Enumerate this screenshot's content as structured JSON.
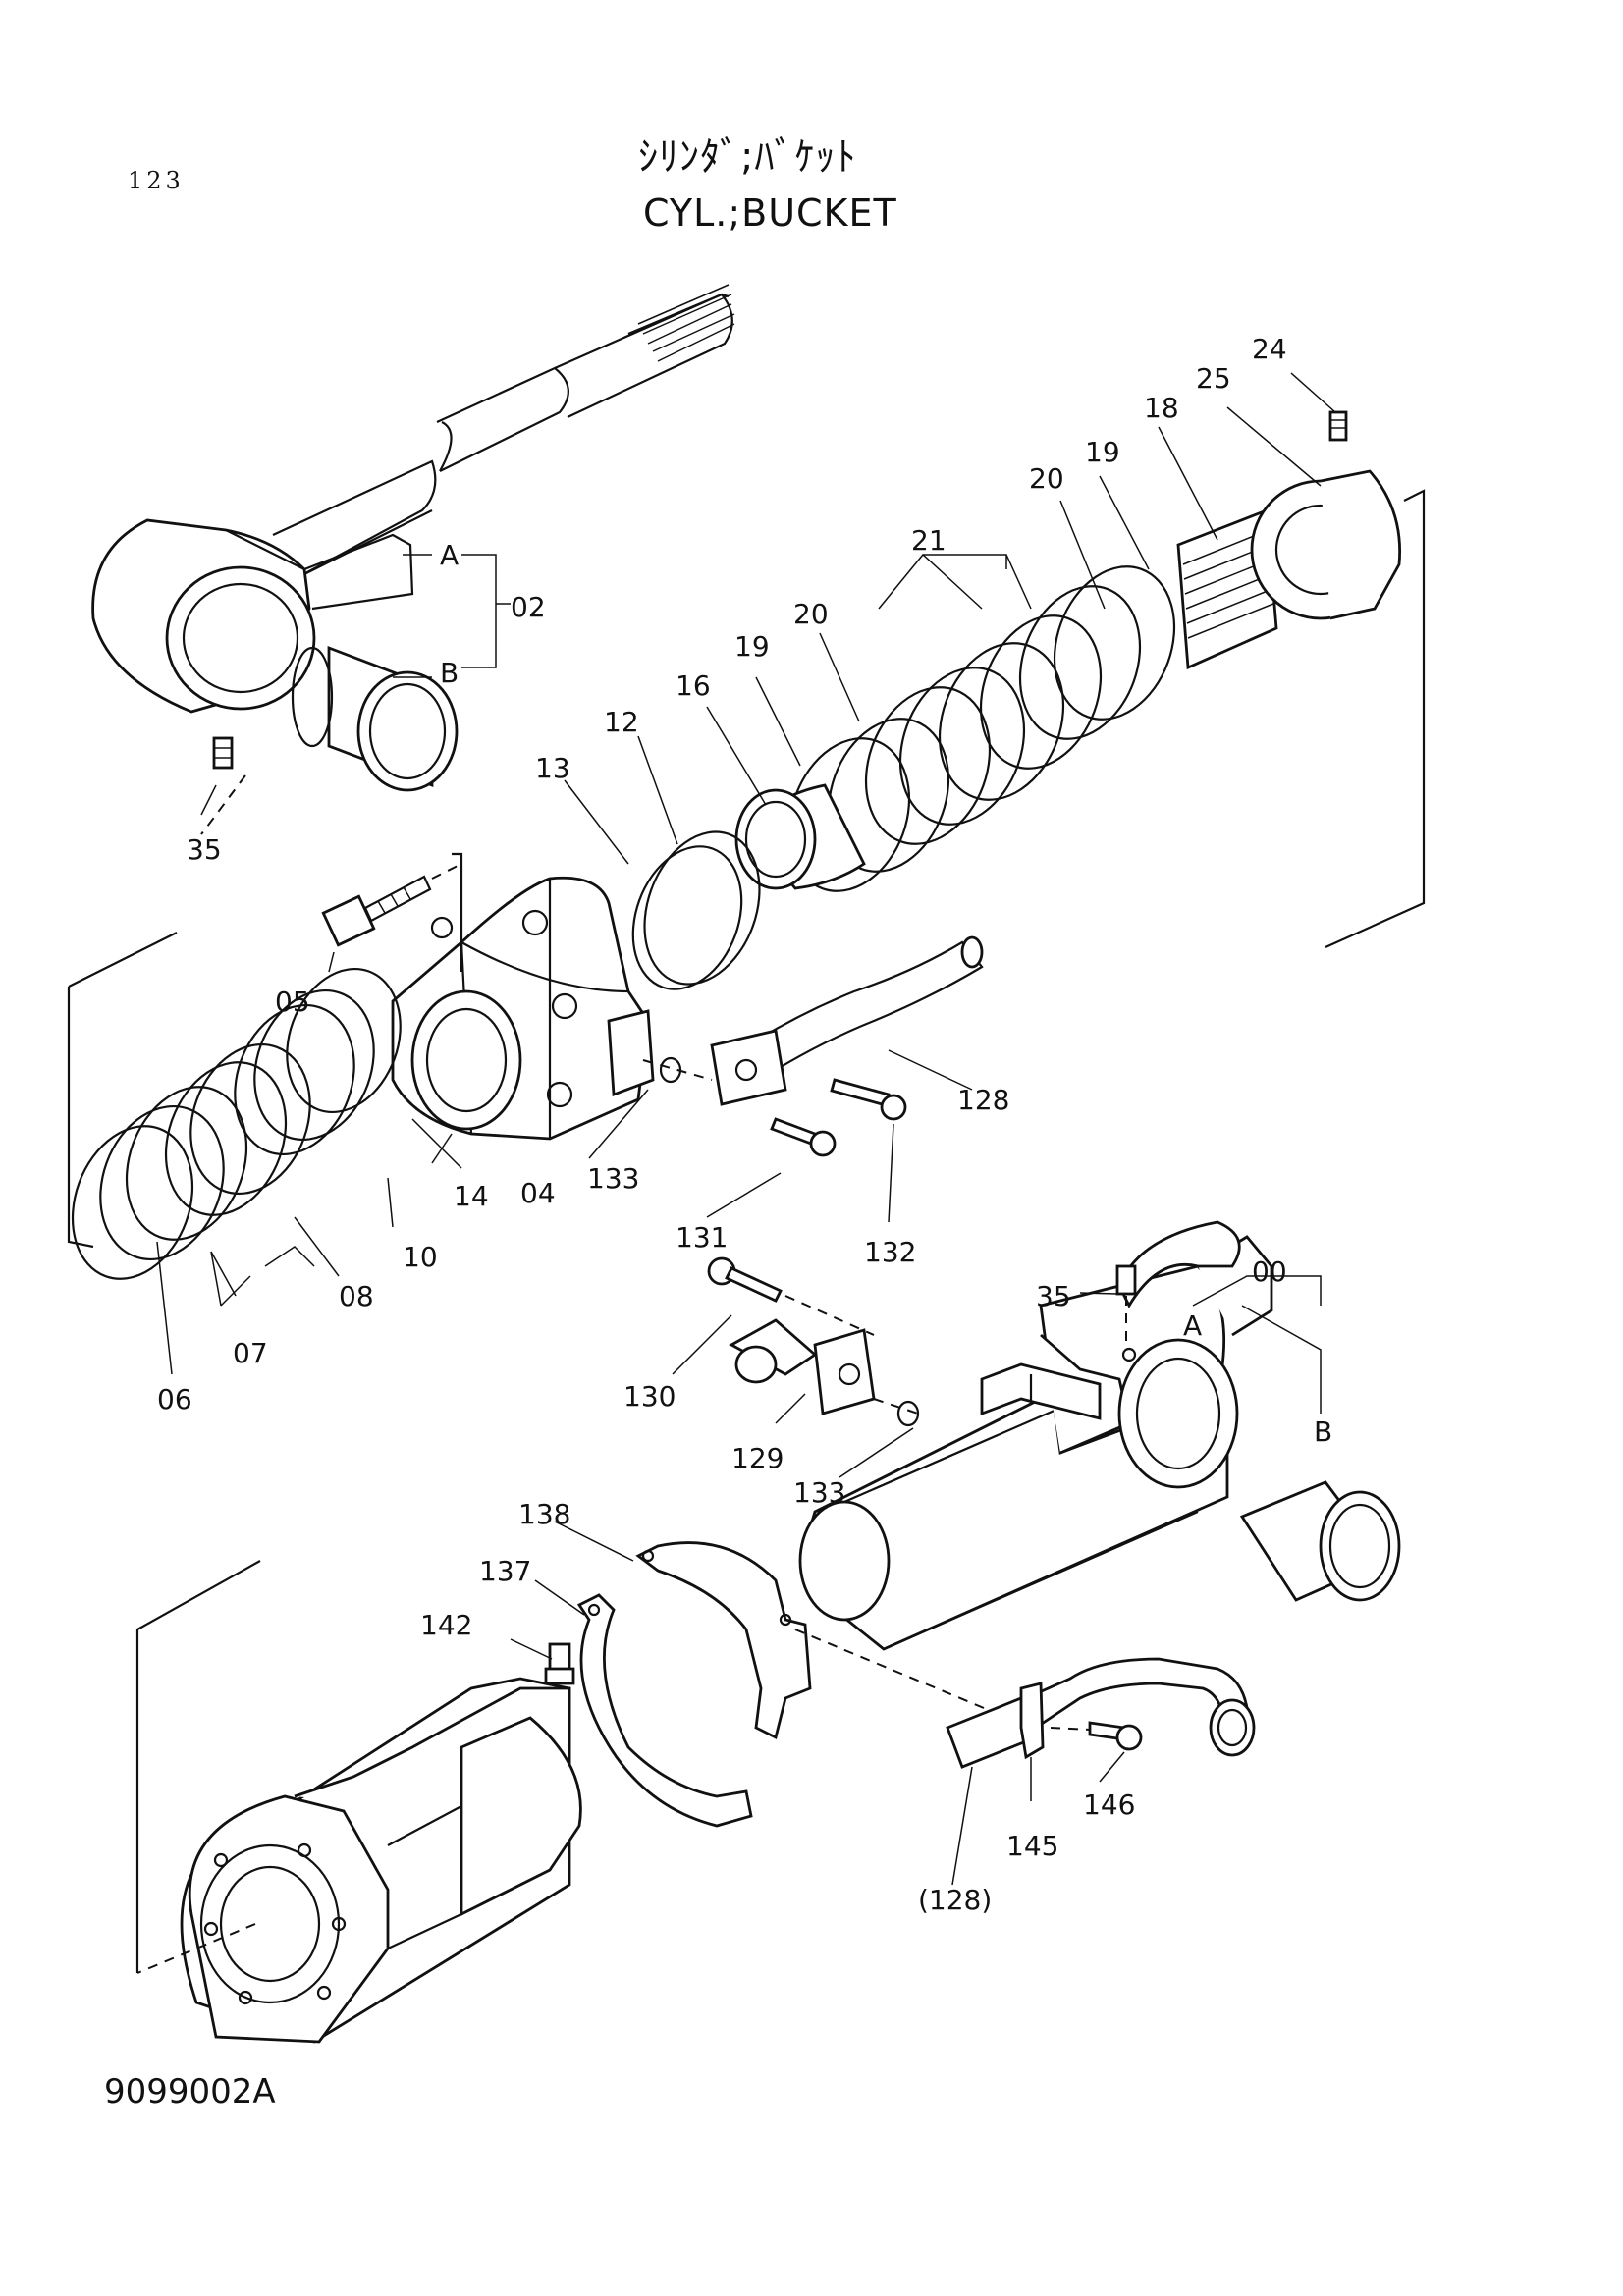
{
  "page_number": "123",
  "title_jp": "ｼﾘﾝﾀﾞ;ﾊﾞｹｯﾄ",
  "title_en": "CYL.;BUCKET",
  "drawing_code": "9099002A",
  "part_labels": {
    "p24": "24",
    "p25": "25",
    "p18": "18",
    "p19a": "19",
    "p20a": "20",
    "p21": "21",
    "p20b": "20",
    "p19b": "19",
    "p16": "16",
    "p12": "12",
    "p13": "13",
    "p02": "02",
    "pA1": "A",
    "pB1": "B",
    "p35a": "35",
    "p05": "05",
    "p04": "04",
    "p14": "14",
    "p10": "10",
    "p08": "08",
    "p07": "07",
    "p06": "06",
    "p128": "128",
    "p133a": "133",
    "p131": "131",
    "p132": "132",
    "p00": "00",
    "p35b": "35",
    "pA2": "A",
    "pB2": "B",
    "p130": "130",
    "p129": "129",
    "p133b": "133",
    "p138": "138",
    "p137": "137",
    "p142": "142",
    "p146": "146",
    "p145": "145",
    "p128b": "(128)"
  }
}
